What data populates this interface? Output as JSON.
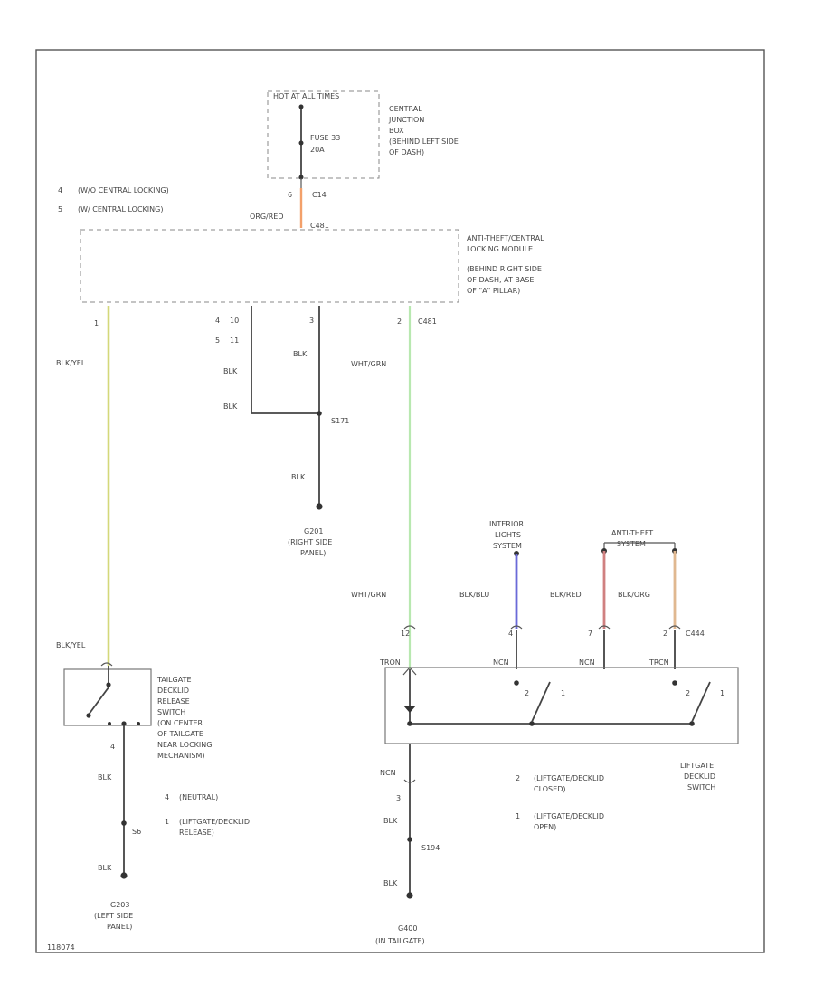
{
  "colors": {
    "wire_orange": "#f3a06a",
    "wire_yellow": "#d4d87a",
    "wire_green": "#b8e8b0",
    "wire_blue": "#6a6ad8",
    "wire_red": "#d08080",
    "wire_tan": "#e0b890"
  },
  "fuse_box": {
    "hot_label": "HOT AT ALL TIMES",
    "fuse_label": "FUSE 33",
    "amp_label": "20A",
    "description": [
      "CENTRAL",
      "JUNCTION",
      "BOX",
      "(BEHIND LEFT SIDE",
      "OF DASH)"
    ]
  },
  "connector_c14": {
    "pin": "6",
    "label": "C14"
  },
  "wire_orange_label": "ORG/RED",
  "connector_c481": "C481",
  "notes_top": [
    {
      "num": "4",
      "text": "(W/O CENTRAL LOCKING)"
    },
    {
      "num": "5",
      "text": "(W/ CENTRAL LOCKING)"
    }
  ],
  "module": {
    "description": [
      "ANTI-THEFT/CENTRAL",
      "LOCKING MODULE",
      "(BEHIND RIGHT SIDE",
      "OF DASH, AT BASE",
      "OF \"A\" PILLAR)"
    ]
  },
  "pins": {
    "left_wire_pin": "1",
    "gnd_pins": [
      "4",
      "10",
      "5",
      "11"
    ],
    "mid_pin": "3",
    "right_pin": "2",
    "right_conn": "C481"
  },
  "wire_labels": {
    "left_top": "BLK/YEL",
    "gnd_blk_1": "BLK",
    "gnd_blk_2": "BLK",
    "mid_blk": "BLK",
    "right_top": "WHT/GRN",
    "splice": "S171",
    "gnd_lower": "BLK",
    "right_mid": "WHT/GRN",
    "left_mid": "BLK/YEL",
    "blue": "BLK/BLU",
    "red": "BLK/RED",
    "tan": "BLK/ORG"
  },
  "ground_g201": {
    "name": "G201",
    "location": "(RIGHT SIDE",
    "location2": "PANEL)"
  },
  "interior_lights": [
    "INTERIOR",
    "LIGHTS",
    "SYSTEM"
  ],
  "anti_theft": [
    "ANTI-THEFT",
    "SYSTEM"
  ],
  "switch_pins": {
    "p_a": "12",
    "p_b": "4",
    "p_c": "7",
    "p_d": "2",
    "conn": "C444",
    "conn_label_1": "TRON",
    "conn_label_2": "NCN",
    "conn_label_3": "NCN",
    "conn_label_4": "TRCN",
    "sw1_pin2": "2",
    "sw1_pin1": "1",
    "sw2_pin2": "2",
    "sw2_pin1": "1"
  },
  "tailgate_switch": {
    "description": [
      "TAILGATE",
      "DECKLID",
      "RELEASE",
      "SWITCH",
      "(ON CENTER",
      "OF TAILGATE",
      "NEAR LOCKING",
      "MECHANISM)"
    ],
    "pin": "4",
    "wire": "BLK",
    "note1": {
      "num": "4",
      "text": "(NEUTRAL)"
    },
    "note2": {
      "num": "1",
      "text": "(LIFTGATE/DECKLID",
      "text2": "RELEASE)"
    },
    "splice": "S6",
    "wire2": "BLK"
  },
  "ground_g203": {
    "name": "G203",
    "location": "(LEFT SIDE",
    "location2": "PANEL)"
  },
  "liftgate": {
    "wire_ncn": "NCN",
    "pin": "3",
    "wire_blk": "BLK",
    "splice": "S194",
    "wire_blk2": "BLK",
    "notes": [
      {
        "num": "2",
        "text": "(LIFTGATE/DECKLID",
        "text2": "CLOSED)"
      },
      {
        "num": "1",
        "text": "(LIFTGATE/DECKLID",
        "text2": "OPEN)"
      }
    ],
    "switch_label": [
      "LIFTGATE",
      "DECKLID",
      "SWITCH"
    ]
  },
  "ground_g400": {
    "name": "G400",
    "location": "(IN TAILGATE)"
  },
  "footer_code": "118074"
}
